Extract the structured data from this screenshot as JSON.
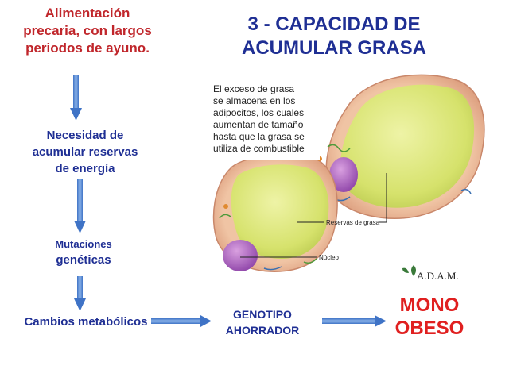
{
  "flow": {
    "start": [
      "Alimentación",
      "precaria, con largos",
      "periodos de ayuno."
    ],
    "need": [
      "Necesidad de",
      "acumular reservas",
      "de energía"
    ],
    "mutations": [
      "Mutaciones",
      "genéticas"
    ],
    "metabolic": "Cambios metabólicos",
    "genotype": [
      "GENOTIPO",
      "AHORRADOR"
    ],
    "result": [
      "MONO",
      "OBESO"
    ]
  },
  "heading": [
    "3 - CAPACIDAD DE",
    "ACUMULAR GRASA"
  ],
  "illustration": {
    "caption": [
      "El exceso de grasa",
      "se almacena en los",
      "adipocitos, los cuales",
      "aumentan de tamaño",
      "hasta que la grasa se",
      "utiliza de combustible"
    ],
    "label_fat": "Reservas de grasa",
    "label_nucleus": "Núcleo",
    "brand": "A.D.A.M."
  },
  "colors": {
    "red": "#c0262b",
    "bright_red": "#e02020",
    "navy": "#1f2f94",
    "arrow": "#5b8fd6",
    "fat": "#d9e57c",
    "membrane": "#e6b08c",
    "nucleus": "#b060c0"
  }
}
